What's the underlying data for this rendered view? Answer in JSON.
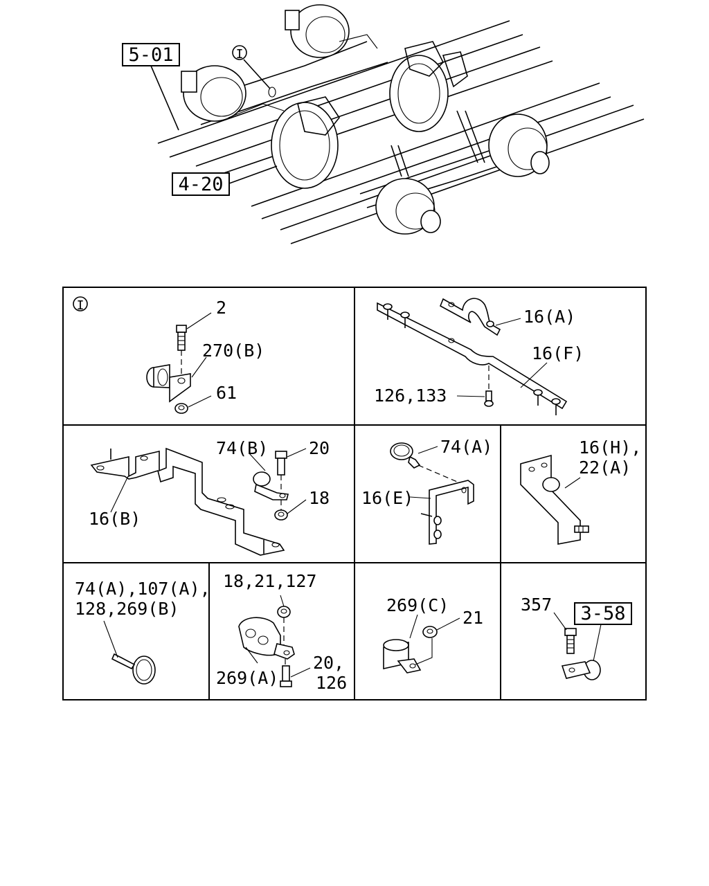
{
  "assembly_refs": {
    "ref_5_01": "5-01",
    "ref_4_20": "4-20"
  },
  "detail_marker": "I",
  "cells": {
    "c1": {
      "marker": "I",
      "l_2": "2",
      "l_270b": "270(B)",
      "l_61": "61"
    },
    "c2": {
      "l_16a": "16(A)",
      "l_16f": "16(F)",
      "l_126_133": "126,133"
    },
    "c3": {
      "l_74b": "74(B)",
      "l_20": "20",
      "l_18": "18",
      "l_16b": "16(B)"
    },
    "c4": {
      "l_74a": "74(A)",
      "l_16e": "16(E)"
    },
    "c5": {
      "l_16h": "16(H),",
      "l_22a": "22(A)"
    },
    "c6": {
      "line1": "74(A),107(A),",
      "line2": "128,269(B)"
    },
    "c7": {
      "l_top": "18,21,127",
      "l_269a": "269(A)",
      "l_20": "20,",
      "l_126": "126"
    },
    "c8": {
      "l_269c": "269(C)",
      "l_21": "21"
    },
    "c9": {
      "l_357": "357",
      "ref_3_58": "3-58"
    }
  }
}
